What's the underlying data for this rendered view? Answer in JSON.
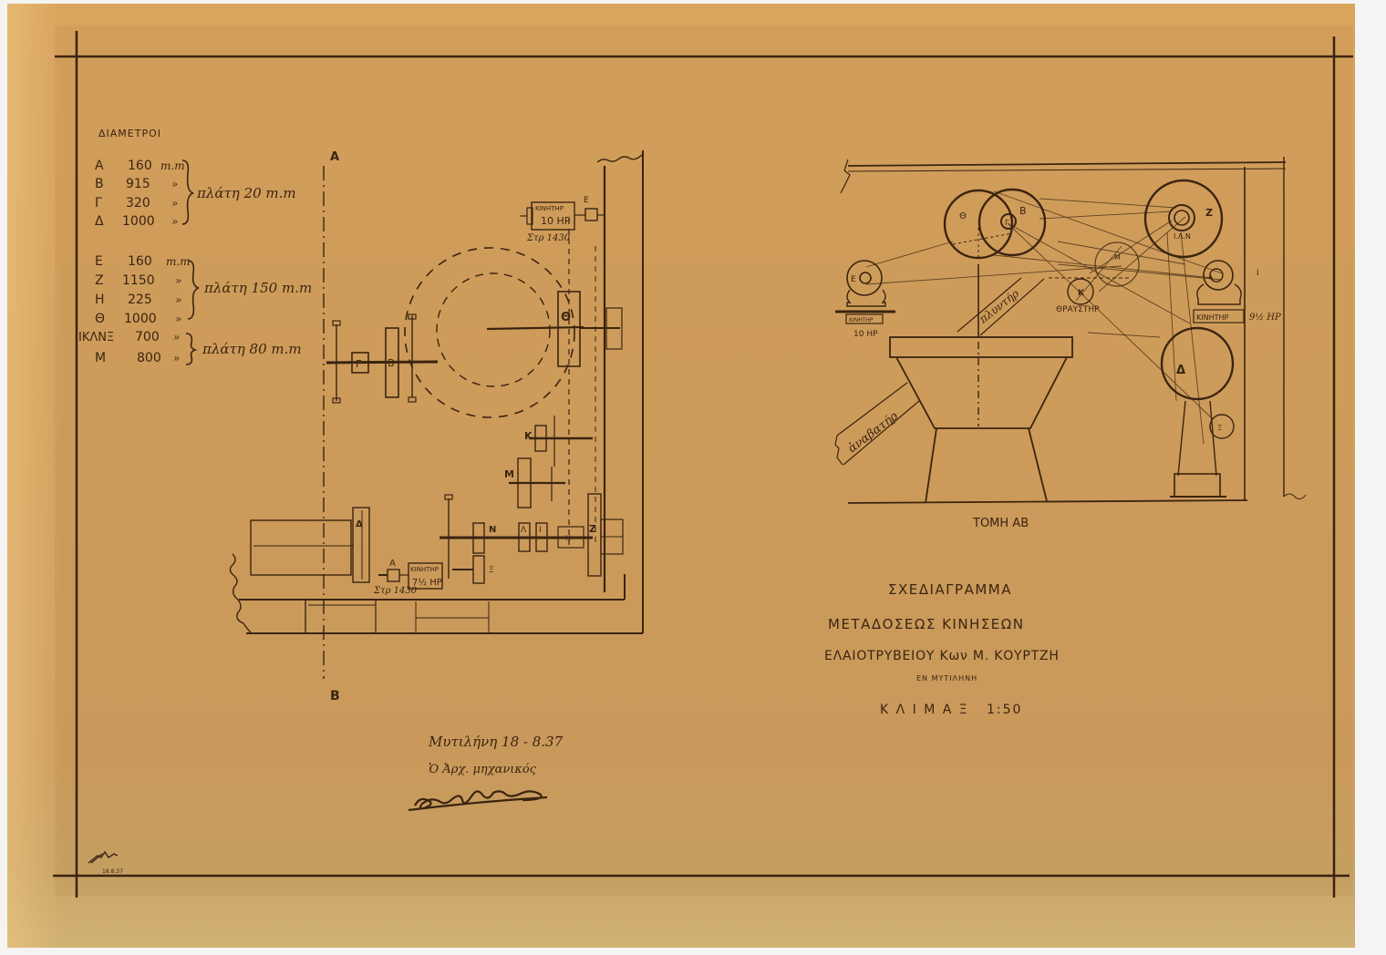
{
  "legend": {
    "title": "ΔΙΑΜΕΤΡΟΙ",
    "groups": [
      {
        "items": [
          {
            "letter": "Α",
            "value": "160",
            "unit": "m.m"
          },
          {
            "letter": "Β",
            "value": "915",
            "unit": "»"
          },
          {
            "letter": "Γ",
            "value": "320",
            "unit": "»"
          },
          {
            "letter": "Δ",
            "value": "1000",
            "unit": "»"
          }
        ],
        "width_label": "πλάτη 20 m.m"
      },
      {
        "items": [
          {
            "letter": "Ε",
            "value": "160",
            "unit": "m.m"
          },
          {
            "letter": "Ζ",
            "value": "1150",
            "unit": "»"
          },
          {
            "letter": "Η",
            "value": "225",
            "unit": "»"
          },
          {
            "letter": "Θ",
            "value": "1000",
            "unit": "»"
          }
        ],
        "width_label": "πλάτη 150 m.m"
      },
      {
        "items": [
          {
            "letter": "ΙΚΛΝΞ",
            "value": "700",
            "unit": "»"
          },
          {
            "letter": "Μ",
            "value": "800",
            "unit": "»"
          }
        ],
        "width_label": "πλάτη 80 m.m"
      }
    ]
  },
  "plan": {
    "section_top": "Α",
    "section_bottom": "Β",
    "motor_top": {
      "title": "ΚΙΝΗΤΗΡ",
      "power": "10 ΗΡ",
      "rpm": "Στρ 1430",
      "pulley": "Ε"
    },
    "motor_bottom": {
      "title": "ΚΙΝΗΤΗΡ",
      "power": "7½ ΗΡ",
      "rpm": "Στρ 1430",
      "pulley": "Α"
    },
    "pulley_labels": {
      "g": "Γ",
      "b": "Β",
      "th": "Θ",
      "k": "Κ",
      "m": "Μ",
      "n": "Ν",
      "l": "Λ",
      "i": "Ι",
      "h": "Η",
      "z": "Ζ",
      "x": "Ξ",
      "d": "Δ"
    }
  },
  "section": {
    "caption": "ΤΟΜΗ ΑΒ",
    "labels": {
      "th": "Θ",
      "b": "Β",
      "g": "Γ",
      "z": "Ζ",
      "ilkn": "Ι.Λ.Ν",
      "m": "Μ",
      "k": "Κ",
      "e": "Ε",
      "l": "Λ",
      "d": "Δ",
      "x": "Ξ",
      "i": "Ι"
    },
    "brake": "ΘΡΑΥΣΤΗΡ",
    "motor_left": {
      "title": "ΚΙΝΗΤΗΡ",
      "power": "10 ΗΡ"
    },
    "motor_right": {
      "title": "ΚΙΝΗΤΗΡ",
      "power": "9½ ΗΡ"
    },
    "conveyor_up": "ἀναβατήρ",
    "conveyor_mid": "πλυντήρ"
  },
  "title_block": {
    "line1": "ΣΧΕΔΙΑΓΡΑΜΜΑ",
    "line2": "ΜΕΤΑΔΟΣΕΩΣ ΚΙΝΗΣΕΩΝ",
    "line3": "ΕΛΑΙΟΤΡΥΒΕΙΟΥ Κων Μ. ΚΟΥΡΤΖΗ",
    "line4": "ΕΝ ΜΥΤΙΛΗΝΗ",
    "scale": "Κ Λ Ι Μ Α Ξ   1:50"
  },
  "signature": {
    "place_date": "Μυτιλήνη 18 - 8.37",
    "role": "Ὁ Ἀρχ. μηχανικός",
    "initials_date": "18.8.37"
  }
}
